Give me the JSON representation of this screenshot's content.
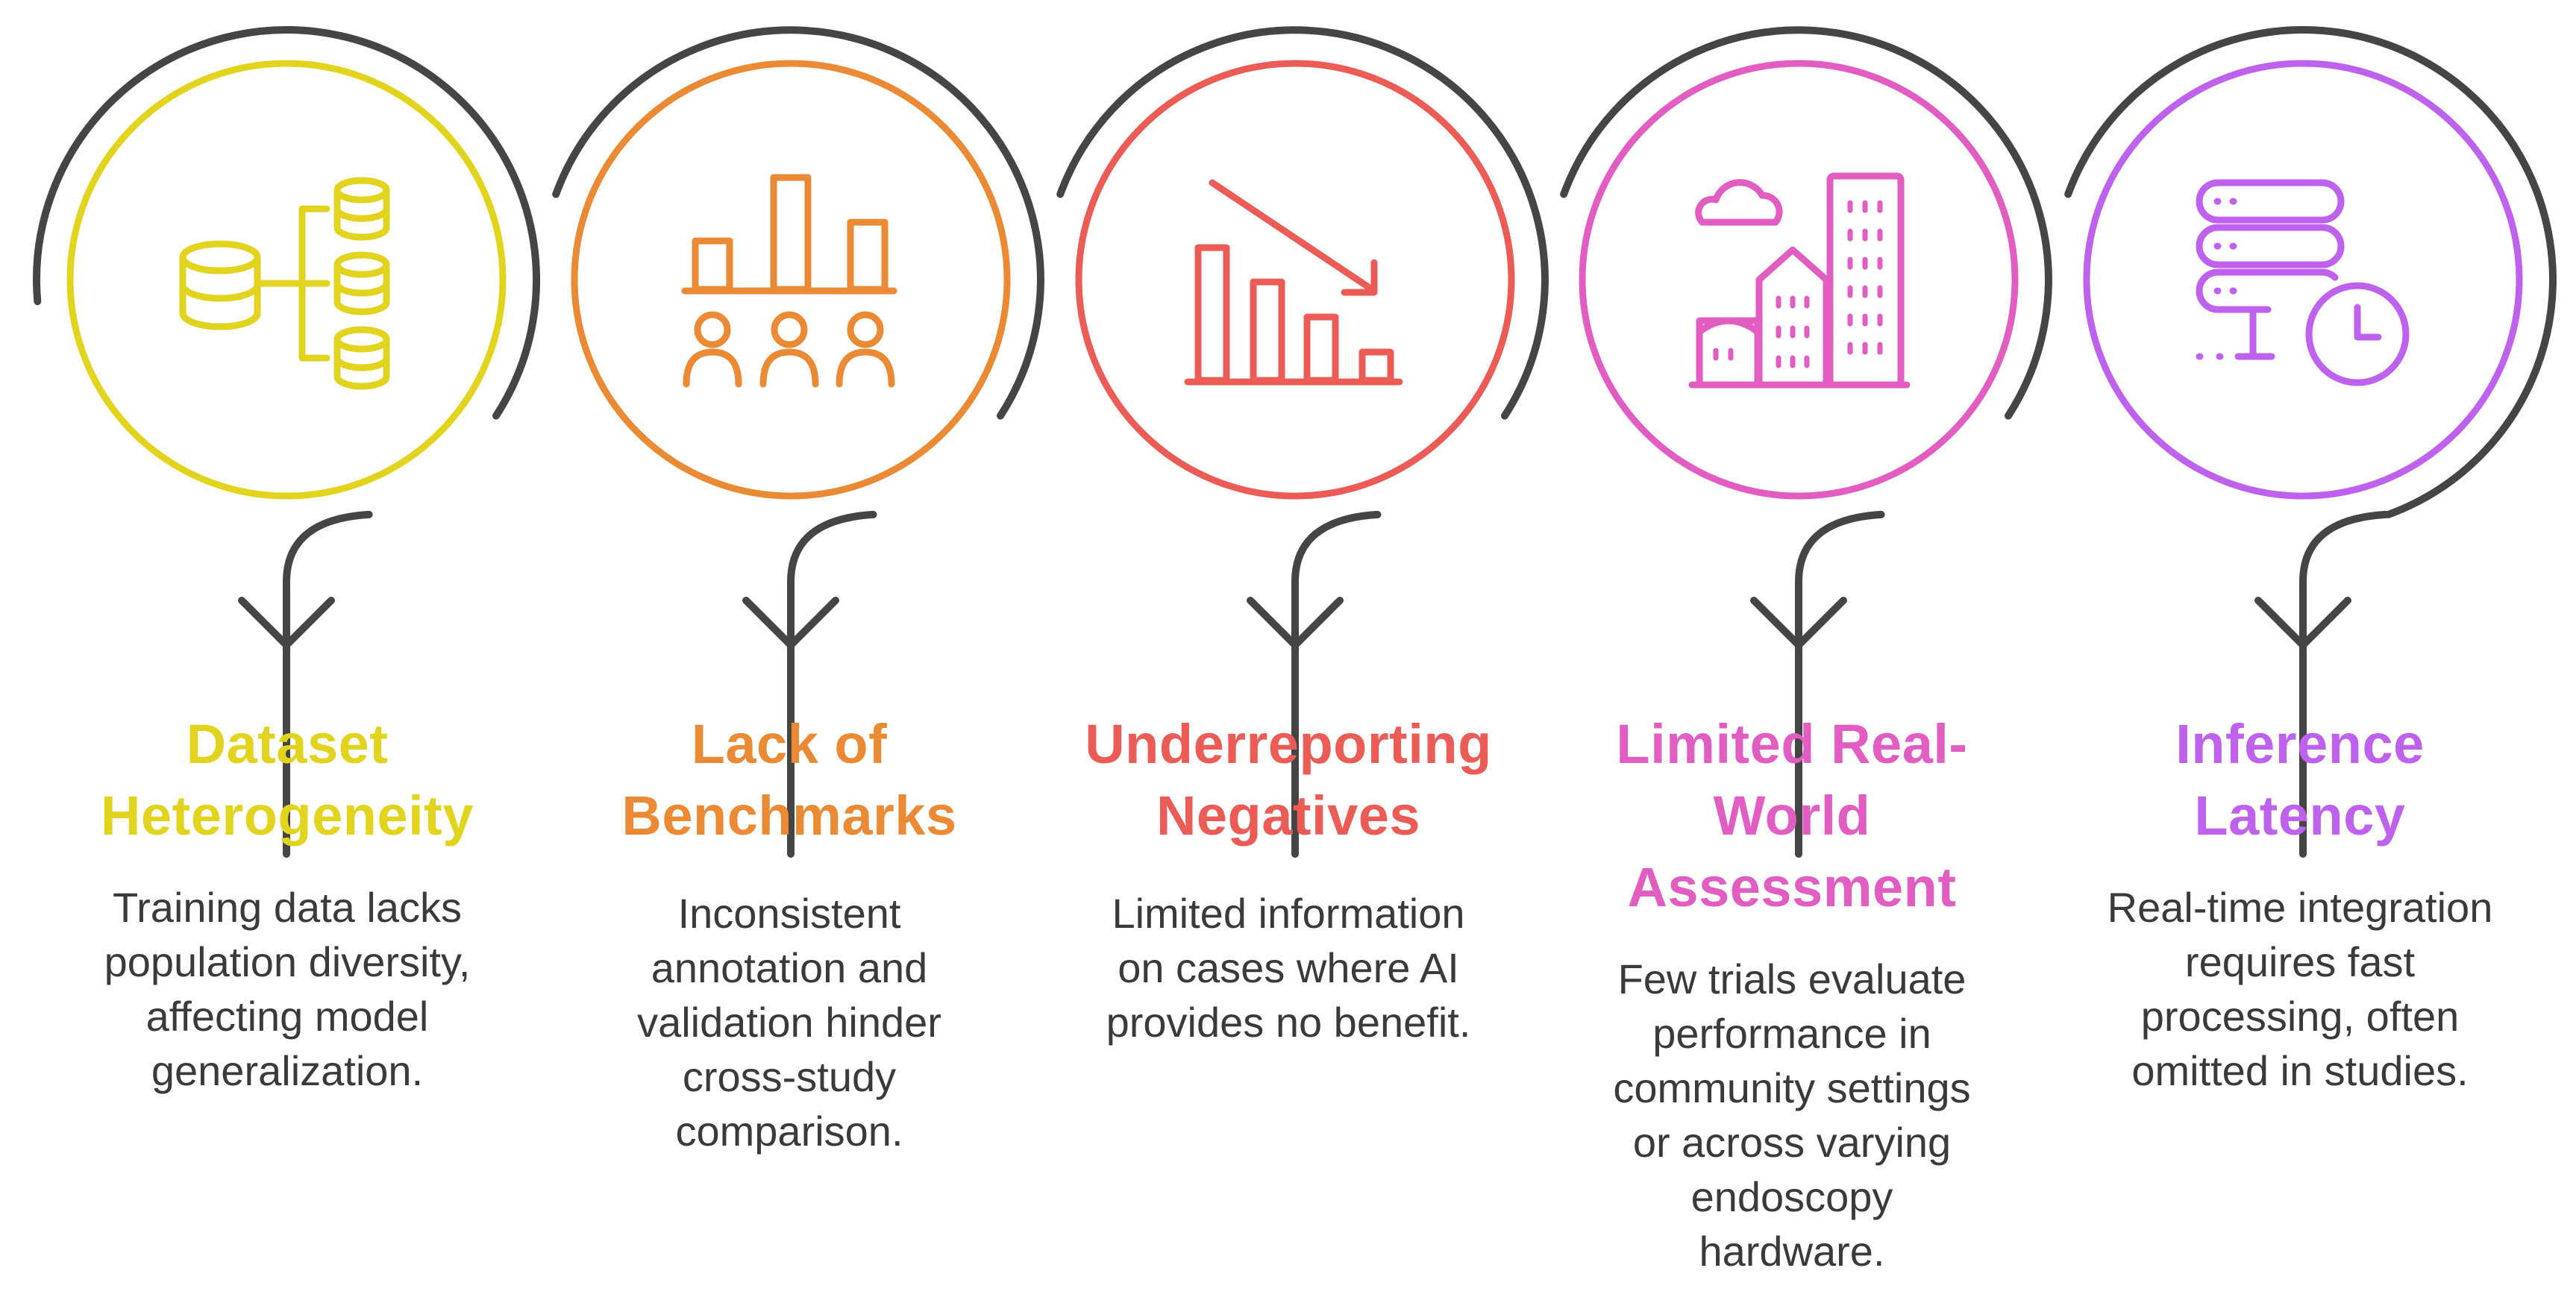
{
  "colors": {
    "track": "#454545",
    "dataset": "#E2D41E",
    "benchmarks": "#EA8A35",
    "negatives": "#EC5C56",
    "realworld": "#E15DC2",
    "latency": "#BE62EE"
  },
  "steps": [
    {
      "icon": "database-hierarchy-icon",
      "title_lines": [
        "Dataset",
        "Heterogeneity"
      ],
      "desc_lines": [
        "Training data lacks",
        "population diversity,",
        "affecting model",
        "generalization."
      ]
    },
    {
      "icon": "bar-chart-people-icon",
      "title_lines": [
        "Lack of",
        "Benchmarks"
      ],
      "desc_lines": [
        "Inconsistent",
        "annotation and",
        "validation hinder",
        "cross-study",
        "comparison."
      ]
    },
    {
      "icon": "declining-bar-chart-icon",
      "title_lines": [
        "Underreporting",
        "Negatives"
      ],
      "desc_lines": [
        "Limited information",
        "on cases where AI",
        "provides no benefit."
      ]
    },
    {
      "icon": "city-buildings-icon",
      "title_lines": [
        "Limited Real-",
        "World",
        "Assessment"
      ],
      "desc_lines": [
        "Few trials evaluate",
        "performance in",
        "community settings",
        "or across varying",
        "endoscopy",
        "hardware."
      ]
    },
    {
      "icon": "server-clock-icon",
      "title_lines": [
        "Inference",
        "Latency"
      ],
      "desc_lines": [
        "Real-time integration",
        "requires fast",
        "processing, often",
        "omitted in studies."
      ]
    }
  ]
}
